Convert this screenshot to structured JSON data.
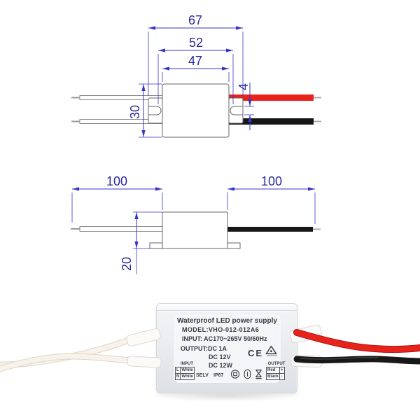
{
  "drawing": {
    "dimension_color": "#3434c8",
    "outline_color": "#666666",
    "top_view": {
      "width_outer": "67",
      "width_slots": "52",
      "width_body": "47",
      "slot_width": "4",
      "body_height": "30"
    },
    "side_view": {
      "left_wire_length": "100",
      "right_wire_length": "100",
      "body_height": "20"
    },
    "wire_colors": {
      "dc_positive": "#e8231c",
      "dc_negative": "#161616",
      "ac_input": "#ffffff"
    }
  },
  "device": {
    "label": {
      "title": "Waterproof LED power supply",
      "model": "MODEL:VHO-012-012A6",
      "input": "INPUT: AC170~265V 50/60Hz",
      "output": "OUTPUT:DC 1A",
      "output_voltage": "DC 12V",
      "output_power": "DC 12W",
      "selv": "SELV",
      "ip_rating": "IP67",
      "ce_mark": "CE",
      "input_table": {
        "header": "INPUT",
        "rows": [
          [
            "L",
            "White"
          ],
          [
            "N",
            "White"
          ]
        ]
      },
      "output_table": {
        "header": "OUTPUT",
        "rows": [
          [
            "Red",
            "+"
          ],
          [
            "Black",
            "-"
          ]
        ]
      },
      "icons": [
        "ce-mark",
        "triangle-cert-icon",
        "circle-square-cert-icon",
        "oval-bar-cert-icon",
        "hourglass-cert-icon"
      ]
    }
  }
}
